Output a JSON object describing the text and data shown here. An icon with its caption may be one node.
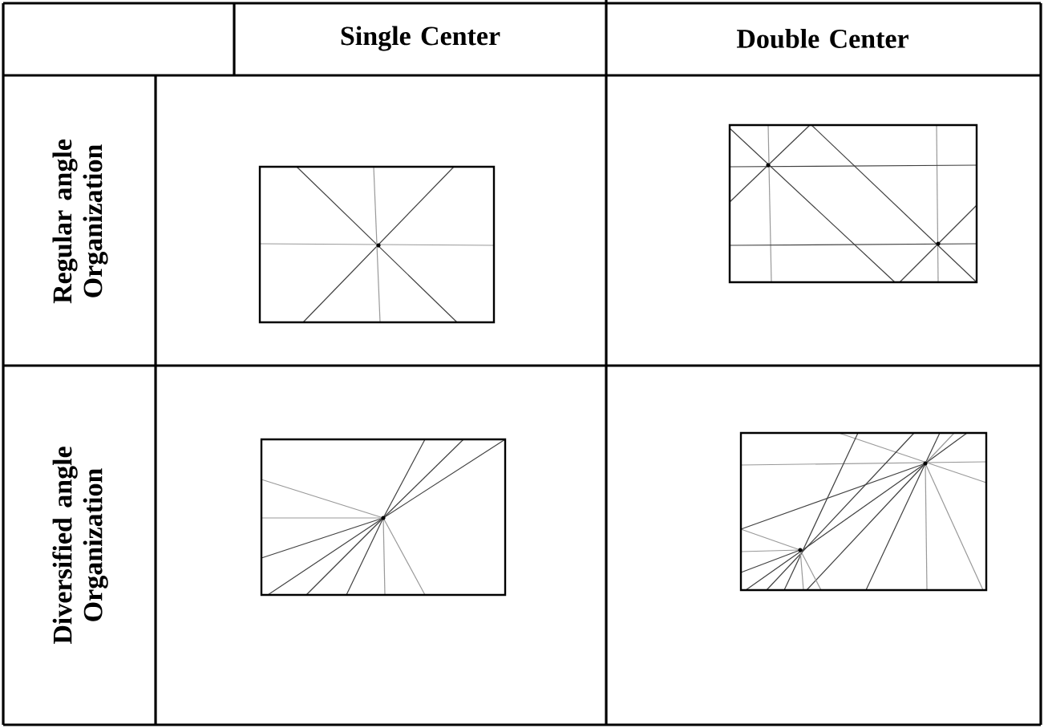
{
  "diagram": {
    "labels": [
      "Single Center",
      "Double Center",
      "Regular angle Organization",
      "Diversified angle Organization"
    ]
  }
}
